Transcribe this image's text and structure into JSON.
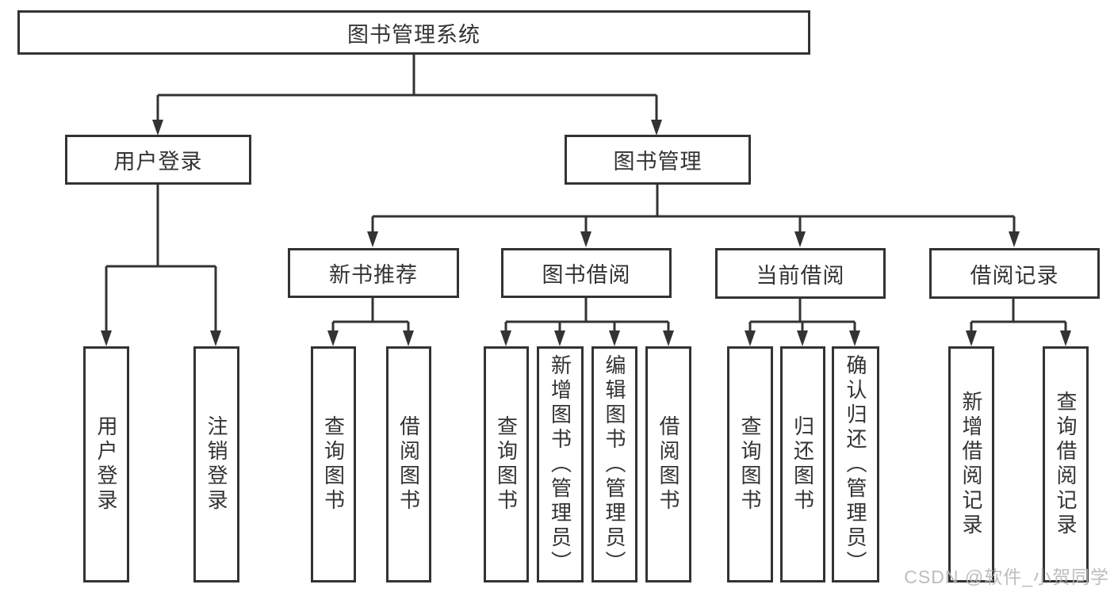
{
  "diagram": {
    "tree": {
      "label": "图书管理系统",
      "children": [
        {
          "label": "用户登录",
          "children": [
            {
              "label": "用户登录"
            },
            {
              "label": "注销登录"
            }
          ]
        },
        {
          "label": "图书管理",
          "children": [
            {
              "label": "新书推荐",
              "children": [
                {
                  "label": "查询图书"
                },
                {
                  "label": "借阅图书"
                }
              ]
            },
            {
              "label": "图书借阅",
              "children": [
                {
                  "label": "查询图书"
                },
                {
                  "label": "新增图书（管理员）"
                },
                {
                  "label": "编辑图书（管理员）"
                },
                {
                  "label": "借阅图书"
                }
              ]
            },
            {
              "label": "当前借阅",
              "children": [
                {
                  "label": "查询图书"
                },
                {
                  "label": "归还图书"
                },
                {
                  "label": "确认归还（管理员）"
                }
              ]
            },
            {
              "label": "借阅记录",
              "children": [
                {
                  "label": "新增借阅记录"
                },
                {
                  "label": "查询借阅记录"
                }
              ]
            }
          ]
        }
      ]
    },
    "colors": {
      "line": "#333333",
      "text": "#333333",
      "background": "#ffffff",
      "watermark_text": "#bab6b6"
    }
  },
  "watermark": "CSDN @软件_小贺同学"
}
